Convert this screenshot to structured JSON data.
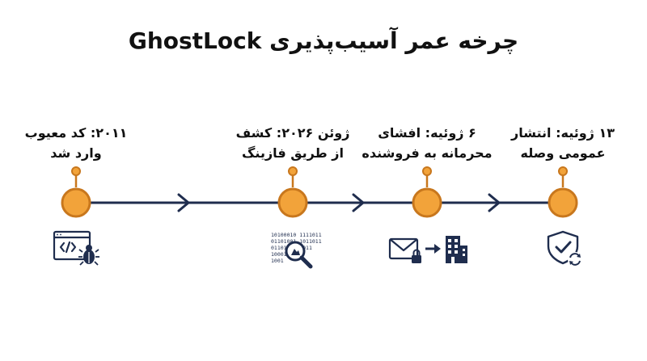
{
  "title": "چرخه عمر آسیب‌پذیری GhostLock",
  "colors": {
    "line": "#1f2d4e",
    "node_fill": "#f2a33a",
    "node_stroke": "#c8771d",
    "icon": "#1f2d4e"
  },
  "events": [
    {
      "line1": "۲۰۱۱: کد معیوب",
      "line2": "وارد شد",
      "icon": "code-bug-icon"
    },
    {
      "line1": "ژوئن ۲۰۲۶: کشف",
      "line2": "از طریق فازینگ",
      "icon": "binary-search-icon"
    },
    {
      "line1": "۶ ژوئیه: افشای",
      "line2": "محرمانه به فروشنده",
      "icon": "mail-lock-building-icon"
    },
    {
      "line1": "۱۳ ژوئیه: انتشار",
      "line2": "عمومی وصله",
      "icon": "shield-check-icon"
    }
  ]
}
